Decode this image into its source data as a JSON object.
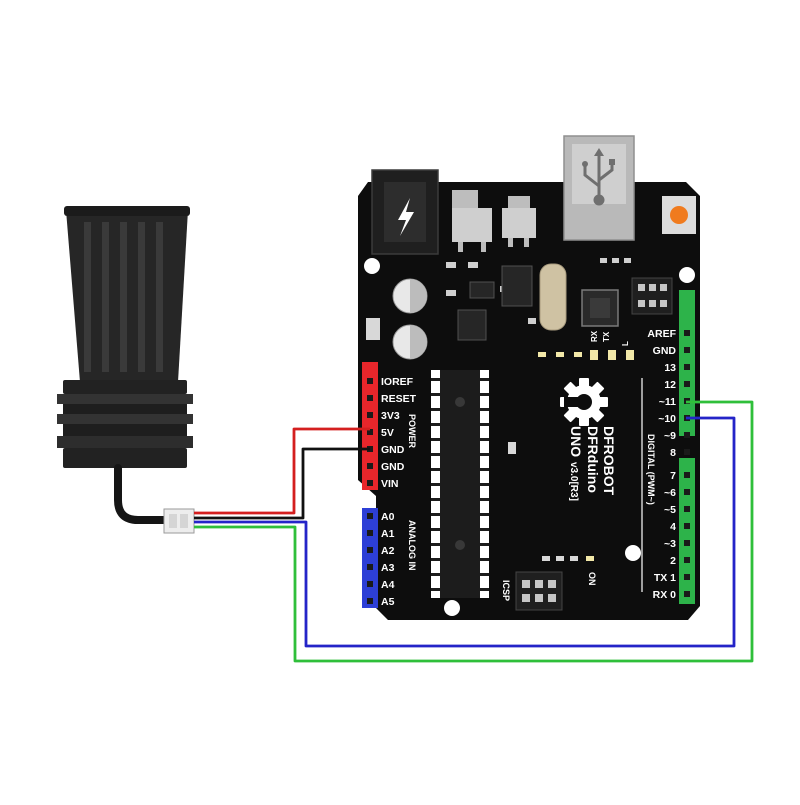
{
  "board": {
    "brand": "DFROBOT",
    "model": "DFRduino",
    "variant": "UNO",
    "version": "v3.0[R3]",
    "icsp": "ICSP",
    "on": "ON",
    "tx": "TX",
    "rx": "RX",
    "l": "L",
    "power_header_label": "POWER",
    "analog_header_label": "ANALOG IN",
    "digital_header_label": "DIGITAL (PWM~)",
    "power_pins": [
      "IOREF",
      "RESET",
      "3V3",
      "5V",
      "GND",
      "GND",
      "VIN"
    ],
    "analog_pins": [
      "A0",
      "A1",
      "A2",
      "A3",
      "A4",
      "A5"
    ],
    "digital_pins_top": [
      "AREF",
      "GND",
      "13",
      "12",
      "~11",
      "~10",
      "~9",
      "8"
    ],
    "digital_pins_bottom": [
      "7",
      "~6",
      "~5",
      "4",
      "~3",
      "2",
      "TX 1",
      "RX 0"
    ]
  },
  "colors": {
    "board": "#0d0d0d",
    "power_header": "#e8262b",
    "analog_header": "#2d3fd6",
    "digital_header": "#2db34a",
    "wire_red": "#d41f1f",
    "wire_black": "#111111",
    "wire_blue": "#2424c8",
    "wire_green": "#2fbf3a",
    "usb": "#b9b9b9",
    "reset_button": "#f07b1e"
  },
  "sensor": {
    "icon": "non-contact-liquid-level-sensor-icon"
  }
}
